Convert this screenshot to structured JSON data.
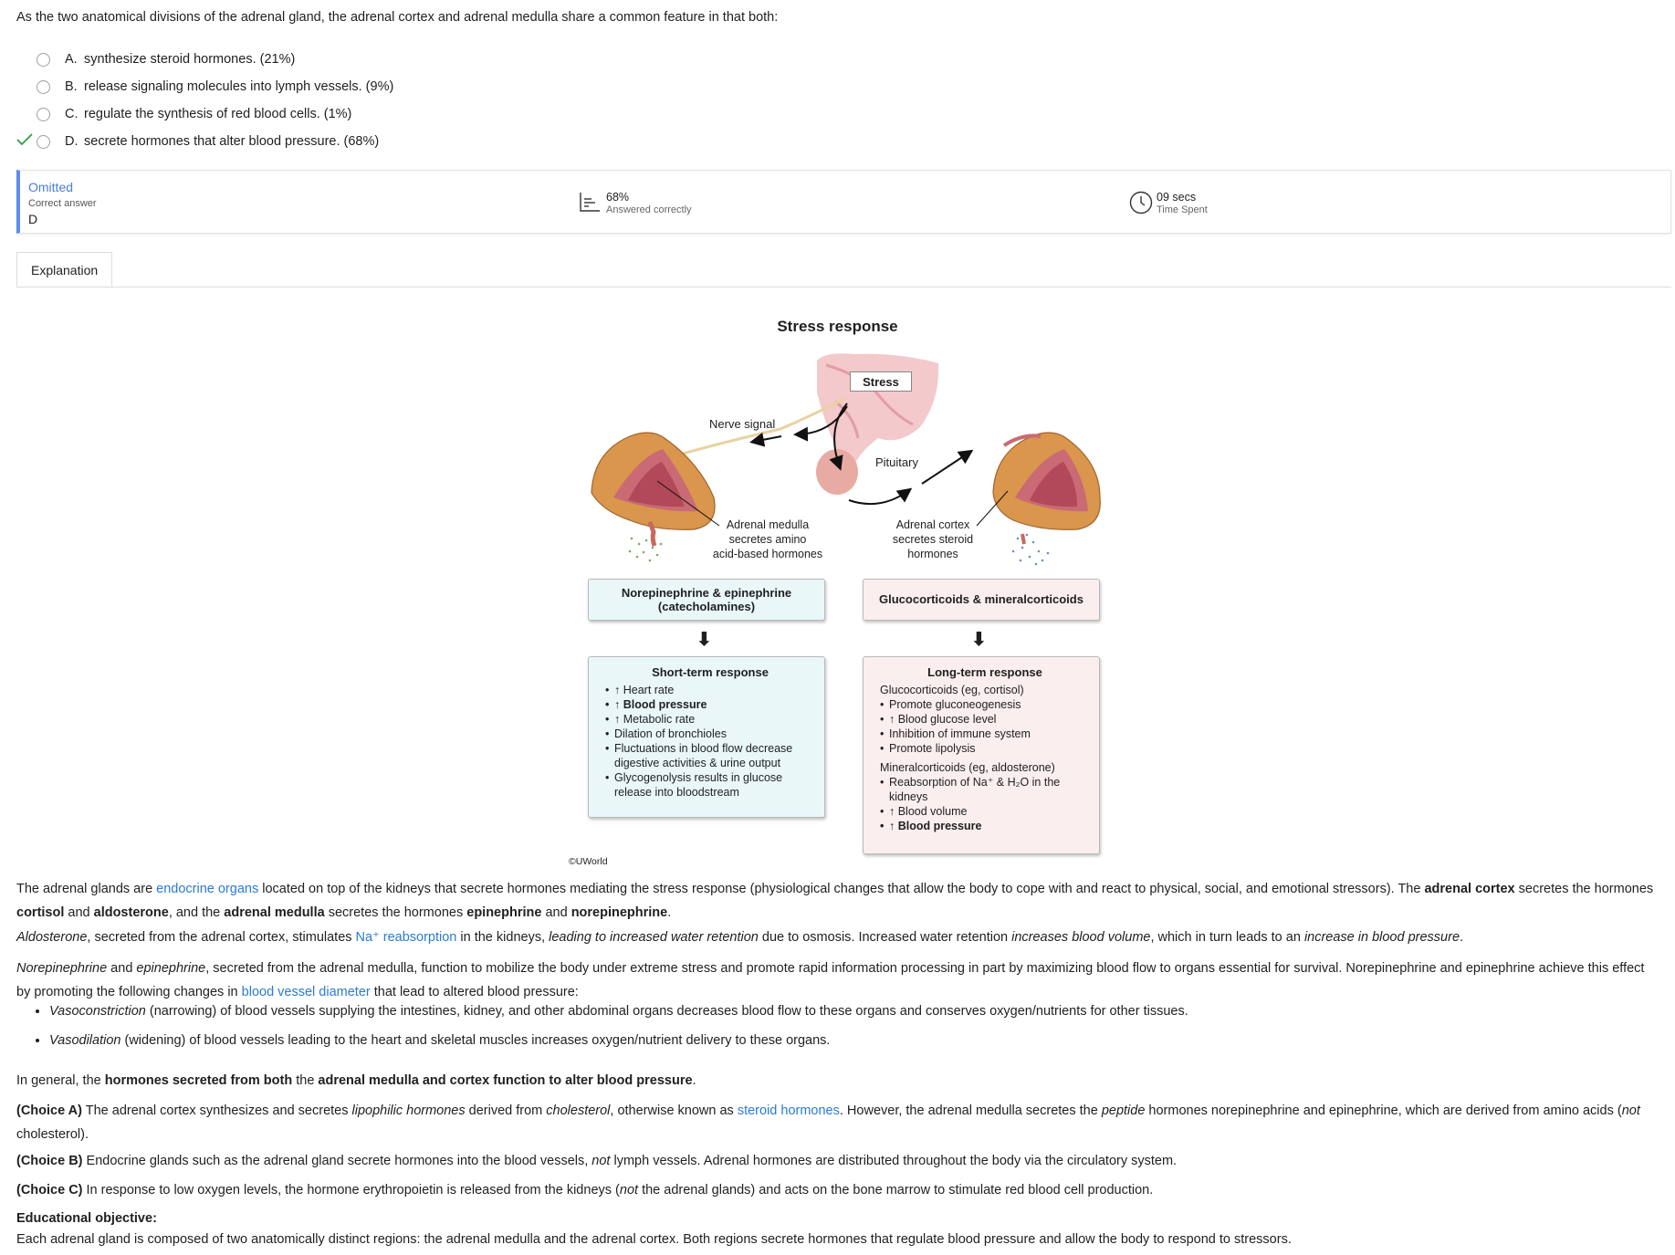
{
  "question": "As the two anatomical divisions of the adrenal gland, the adrenal cortex and adrenal medulla share a common feature in that both:",
  "options": [
    {
      "letter": "A.",
      "text": "synthesize steroid hormones.  (21%)"
    },
    {
      "letter": "B.",
      "text": "release signaling molecules into lymph vessels.  (9%)"
    },
    {
      "letter": "C.",
      "text": "regulate the synthesis of red blood cells.  (1%)"
    },
    {
      "letter": "D.",
      "text": "secrete hormones that alter blood pressure.  (68%)"
    }
  ],
  "stats": {
    "status": "Omitted",
    "correct_label": "Correct answer",
    "correct_value": "D",
    "percent": "68%",
    "percent_label": "Answered correctly",
    "time": "09 secs",
    "time_label": "Time Spent"
  },
  "tab_label": "Explanation",
  "figure": {
    "title": "Stress response",
    "stress": "Stress",
    "nerve_signal": "Nerve signal",
    "pituitary": "Pituitary",
    "medulla_caption": [
      "Adrenal medulla",
      "secretes amino",
      "acid-based hormones"
    ],
    "cortex_caption": [
      "Adrenal cortex",
      "secretes steroid",
      "hormones"
    ],
    "left_box": [
      "Norepinephrine & epinephrine",
      "(catecholamines)"
    ],
    "right_box": "Glucocorticoids & mineralcorticoids",
    "arrow": "⬇",
    "short_term": {
      "title": "Short-term response",
      "items": [
        "↑ Heart rate",
        "↑ Blood pressure",
        "↑ Metabolic rate",
        "Dilation of bronchioles",
        "Fluctuations in blood flow decrease digestive activities & urine output",
        "Glycogenolysis results in glucose release into bloodstream"
      ]
    },
    "long_term": {
      "title": "Long-term response",
      "gluco_head": "Glucocorticoids (eg, cortisol)",
      "gluco_items": [
        "Promote gluconeogenesis",
        "↑ Blood glucose level",
        "Inhibition of immune system",
        "Promote lipolysis"
      ],
      "mineral_head": "Mineralcorticoids (eg, aldosterone)",
      "mineral_items": [
        "Reabsorption of Na⁺ & H₂O in the kidneys",
        "↑ Blood volume",
        "↑ Blood pressure"
      ]
    },
    "copyright": "©UWorld"
  },
  "text": {
    "p1_a": "The adrenal glands are ",
    "p1_link": "endocrine organs",
    "p1_b": " located on top of the kidneys that secrete hormones mediating the stress response (physiological changes that allow the body to cope with and react to physical, social, and emotional stressors).  The ",
    "p1_c": "adrenal cortex",
    "p1_d": " secretes the hormones ",
    "p1_e": "cortisol",
    "p1_f": " and ",
    "p1_g": "aldosterone",
    "p1_h": ", and the ",
    "p1_i": "adrenal medulla",
    "p1_j": " secretes the hormones ",
    "p1_k": "epinephrine",
    "p1_l": " and ",
    "p1_m": "norepinephrine",
    "p1_n": ".",
    "p2_a": "Aldosterone",
    "p2_b": ", secreted from the adrenal cortex, stimulates ",
    "p2_link": "Na⁺ reabsorption",
    "p2_c": " in the kidneys, ",
    "p2_d": "leading to increased water retention",
    "p2_e": " due to osmosis.  Increased water retention ",
    "p2_f": "increases blood volume",
    "p2_g": ", which in turn leads to an ",
    "p2_h": "increase in blood pressure",
    "p2_i": ".",
    "p3_a": "Norepinephrine",
    "p3_b": " and ",
    "p3_c": "epinephrine",
    "p3_d": ", secreted from the adrenal medulla, function to mobilize the body under extreme stress and promote rapid information processing in part by maximizing blood flow to organs essential for survival.  Norepinephrine and epinephrine achieve this effect by promoting the following changes in ",
    "p3_link": "blood vessel diameter",
    "p3_e": " that lead to altered blood pressure:",
    "b1_a": "Vasoconstriction",
    "b1_b": " (narrowing) of blood vessels supplying the intestines, kidney, and other abdominal organs decreases blood flow to these organs and conserves oxygen/nutrients for other tissues.",
    "b2_a": "Vasodilation",
    "b2_b": " (widening) of blood vessels leading to the heart and skeletal muscles increases oxygen/nutrient delivery to these organs.",
    "p4_a": "In general, the ",
    "p4_b": "hormones secreted from both",
    "p4_c": " the ",
    "p4_d": "adrenal medulla and cortex function to alter blood pressure",
    "p4_e": ".",
    "cA_label": "(Choice A)",
    "cA_a": "  The adrenal cortex synthesizes and secretes ",
    "cA_b": "lipophilic hormones",
    "cA_c": " derived from ",
    "cA_d": "cholesterol",
    "cA_e": ", otherwise known as ",
    "cA_link": "steroid hormones",
    "cA_f": ".  However, the adrenal medulla secretes the ",
    "cA_g": "peptide",
    "cA_h": " hormones norepinephrine and epinephrine, which are derived from amino acids (",
    "cA_i": "not",
    "cA_j": " cholesterol).",
    "cB_label": "(Choice B)",
    "cB_a": "  Endocrine glands such as the adrenal gland secrete hormones into the blood vessels, ",
    "cB_b": "not",
    "cB_c": " lymph vessels.  Adrenal hormones are distributed throughout the body via the circulatory system.",
    "cC_label": "(Choice C)",
    "cC_a": "  In response to low oxygen levels, the hormone erythropoietin is released from the kidneys (",
    "cC_b": "not",
    "cC_c": " the adrenal glands) and acts on the bone marrow to stimulate red blood cell production.",
    "edu_label": "Educational objective:",
    "edu_text": "Each adrenal gland is composed of two anatomically distinct regions: the adrenal medulla and the adrenal cortex.  Both regions secrete hormones that regulate blood pressure and allow the body to respond to stressors."
  }
}
